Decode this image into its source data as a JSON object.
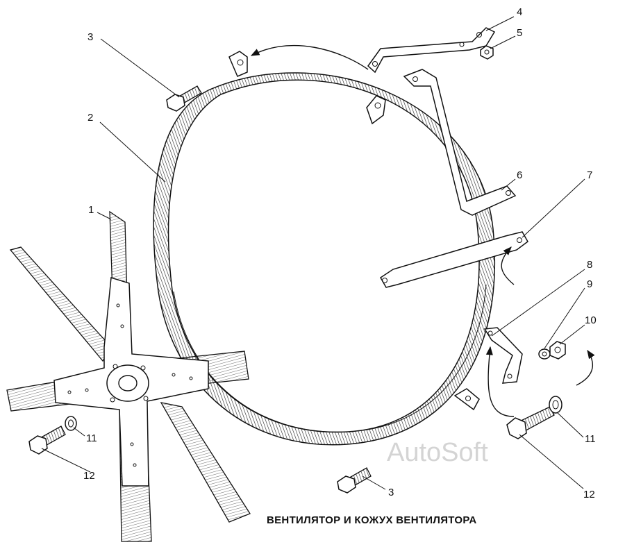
{
  "caption": "ВЕНТИЛЯТОР И КОЖУХ ВЕНТИЛЯТОРА",
  "watermark": "AutoSoft",
  "callouts": [
    {
      "id": "c1",
      "text": "1"
    },
    {
      "id": "c2",
      "text": "2"
    },
    {
      "id": "c3a",
      "text": "3"
    },
    {
      "id": "c3b",
      "text": "3"
    },
    {
      "id": "c4",
      "text": "4"
    },
    {
      "id": "c5",
      "text": "5"
    },
    {
      "id": "c6",
      "text": "6"
    },
    {
      "id": "c7",
      "text": "7"
    },
    {
      "id": "c8",
      "text": "8"
    },
    {
      "id": "c9",
      "text": "9"
    },
    {
      "id": "c10",
      "text": "10"
    },
    {
      "id": "c11a",
      "text": "11"
    },
    {
      "id": "c11b",
      "text": "11"
    },
    {
      "id": "c12a",
      "text": "12"
    },
    {
      "id": "c12b",
      "text": "12"
    }
  ]
}
